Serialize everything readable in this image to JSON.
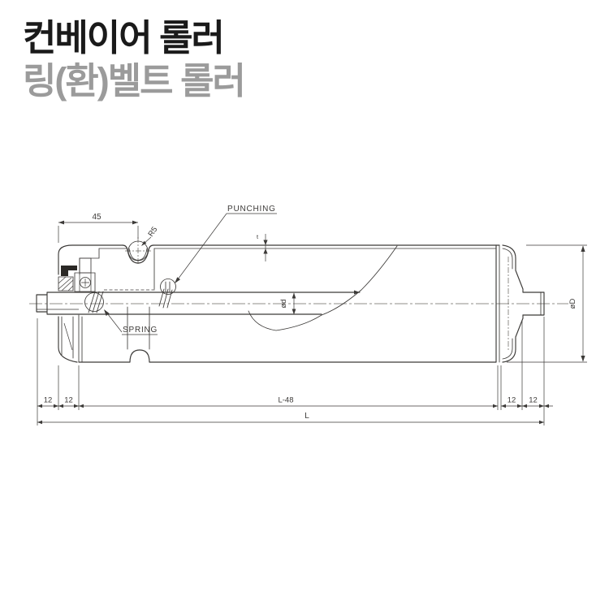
{
  "page": {
    "title": "컨베이어 롤러",
    "subtitle": "링(환)벨트 롤러"
  },
  "colors": {
    "background": "#ffffff",
    "title_text": "#1a1a1a",
    "subtitle_text": "#9b9b9b",
    "drawing_line": "#3c3a38"
  },
  "drawing": {
    "labels": {
      "dim_45": "45",
      "groove_radius": "R5",
      "punching": "PUNCHING",
      "spring": "SPRING",
      "wall_thickness": "t",
      "shaft_diameter": "ød",
      "roller_diameter": "øD",
      "twelve": "12",
      "tube_length": "L-48",
      "total_length": "L"
    }
  }
}
